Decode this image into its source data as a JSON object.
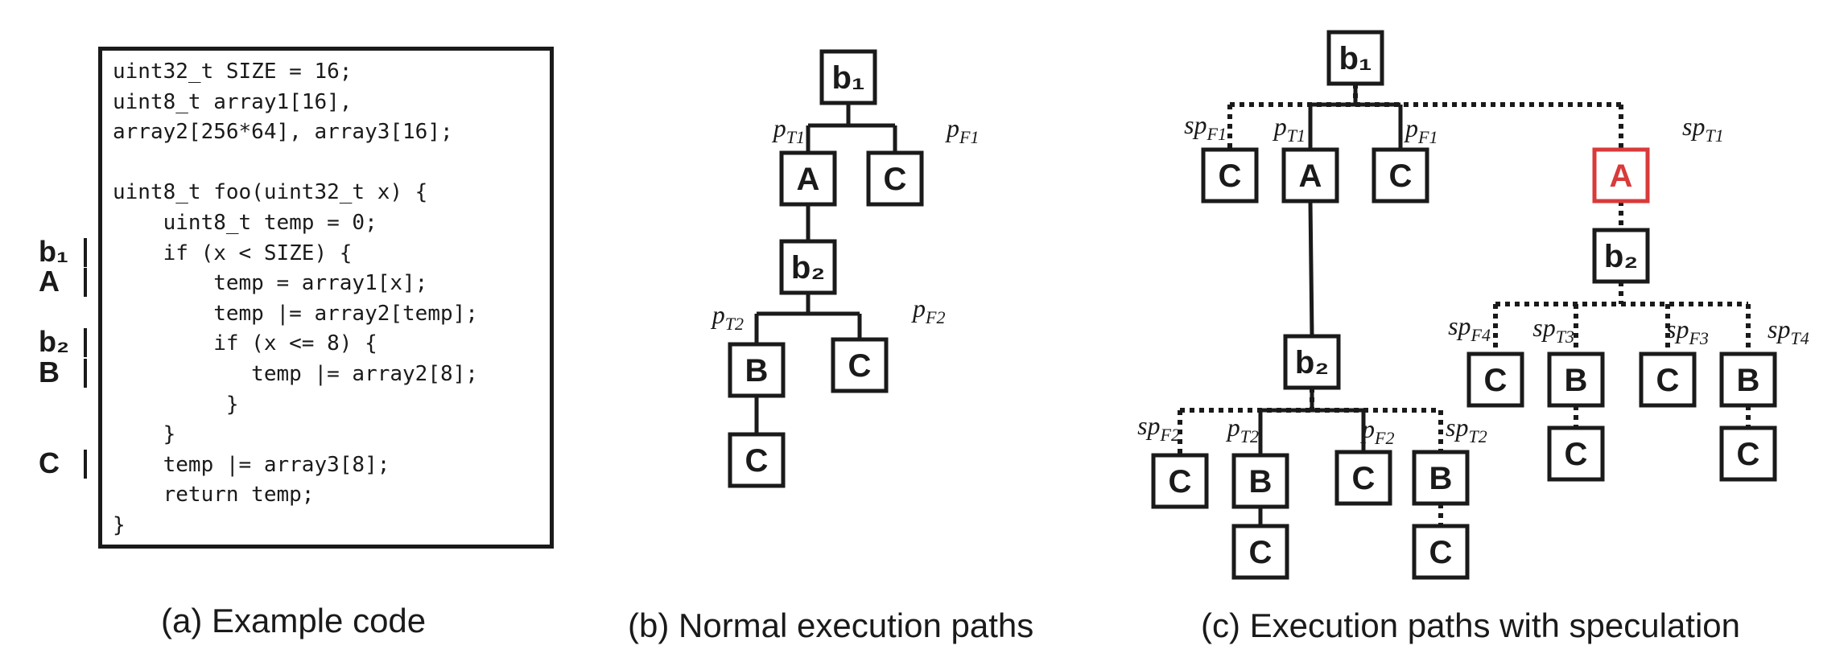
{
  "code": {
    "lines": [
      "uint32_t SIZE = 16;",
      "uint8_t array1[16],",
      "array2[256*64], array3[16];",
      "",
      "uint8_t foo(uint32_t x) {",
      "    uint8_t temp = 0;",
      "    if (x < SIZE) {",
      "        temp = array1[x];",
      "        temp |= array2[temp];",
      "        if (x <= 8) {",
      "           temp |= array2[8];",
      "         }",
      "    }",
      "    temp |= array3[8];",
      "    return temp;",
      "}"
    ],
    "markers": [
      {
        "label": "b₁",
        "line": 6
      },
      {
        "label": "A",
        "line": 7
      },
      {
        "label": "b₂",
        "line": 9
      },
      {
        "label": "B",
        "line": 10
      },
      {
        "label": "C",
        "line": 13
      }
    ]
  },
  "captions": {
    "a": "(a)  Example code",
    "b": "(b)  Normal execution paths",
    "c": "(c)  Execution paths with speculation"
  },
  "colors": {
    "ink": "#1a1a1a",
    "highlight": "#d93a3a"
  },
  "tree_b": {
    "nodes": [
      {
        "id": "b_b1",
        "label": "b₁"
      },
      {
        "id": "b_A",
        "label": "A"
      },
      {
        "id": "b_C1",
        "label": "C"
      },
      {
        "id": "b_b2",
        "label": "b₂"
      },
      {
        "id": "b_B",
        "label": "B"
      },
      {
        "id": "b_C2",
        "label": "C"
      },
      {
        "id": "b_C3",
        "label": "C"
      }
    ],
    "branch_labels": [
      {
        "base": "p",
        "sub": "T1"
      },
      {
        "base": "p",
        "sub": "F1"
      },
      {
        "base": "p",
        "sub": "T2"
      },
      {
        "base": "p",
        "sub": "F2"
      }
    ]
  },
  "tree_c": {
    "nodes": [
      {
        "id": "c_b1",
        "label": "b₁"
      },
      {
        "id": "c_C1",
        "label": "C"
      },
      {
        "id": "c_A1",
        "label": "A"
      },
      {
        "id": "c_C2",
        "label": "C"
      },
      {
        "id": "c_A2",
        "label": "A",
        "highlight": true
      },
      {
        "id": "c_b2L",
        "label": "b₂"
      },
      {
        "id": "c_b2R",
        "label": "b₂"
      },
      {
        "id": "c_CL1",
        "label": "C"
      },
      {
        "id": "c_BL1",
        "label": "B"
      },
      {
        "id": "c_CL2",
        "label": "C"
      },
      {
        "id": "c_BL2",
        "label": "B"
      },
      {
        "id": "c_CL3",
        "label": "C"
      },
      {
        "id": "c_CL4",
        "label": "C"
      },
      {
        "id": "c_CR1",
        "label": "C"
      },
      {
        "id": "c_BR1",
        "label": "B"
      },
      {
        "id": "c_CR2",
        "label": "C"
      },
      {
        "id": "c_BR2",
        "label": "B"
      },
      {
        "id": "c_CR3",
        "label": "C"
      },
      {
        "id": "c_CR4",
        "label": "C"
      }
    ],
    "branch_labels": [
      {
        "base": "sp",
        "sub": "F1"
      },
      {
        "base": "p",
        "sub": "T1"
      },
      {
        "base": "p",
        "sub": "F1"
      },
      {
        "base": "sp",
        "sub": "T1"
      },
      {
        "base": "sp",
        "sub": "F2"
      },
      {
        "base": "p",
        "sub": "T2"
      },
      {
        "base": "p",
        "sub": "F2"
      },
      {
        "base": "sp",
        "sub": "T2"
      },
      {
        "base": "sp",
        "sub": "F4"
      },
      {
        "base": "sp",
        "sub": "T3"
      },
      {
        "base": "sp",
        "sub": "F3"
      },
      {
        "base": "sp",
        "sub": "T4"
      }
    ]
  }
}
